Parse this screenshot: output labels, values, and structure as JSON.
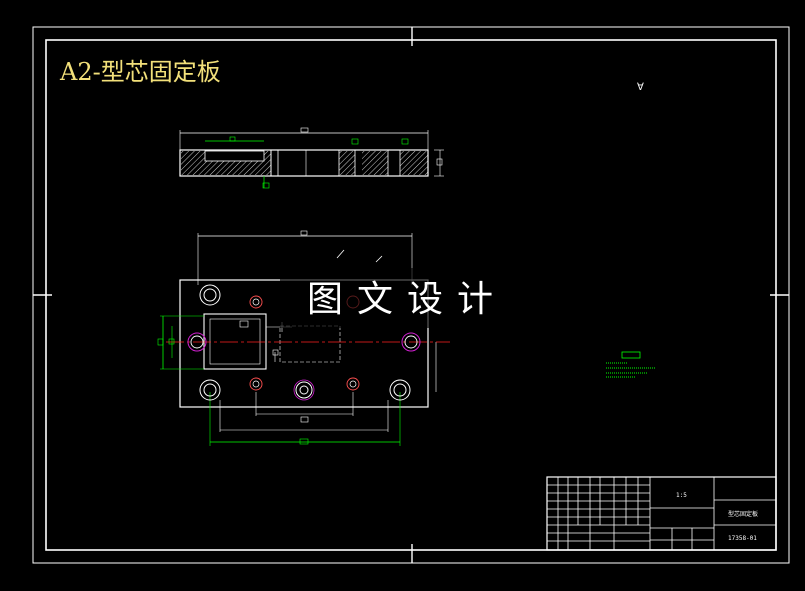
{
  "drawing": {
    "title": "A2-型芯固定板",
    "watermark": "图文设计",
    "roughness_symbol": "∀"
  },
  "title_block": {
    "scale": "1:5",
    "part_name": "型芯固定板",
    "drawing_number": "17358-01"
  },
  "colors": {
    "background": "#000000",
    "outline": "#ffffff",
    "dimension": "#00ff00",
    "centerline": "#ff2020",
    "hole_marker": "#d020d0",
    "title": "#f2e07a"
  }
}
